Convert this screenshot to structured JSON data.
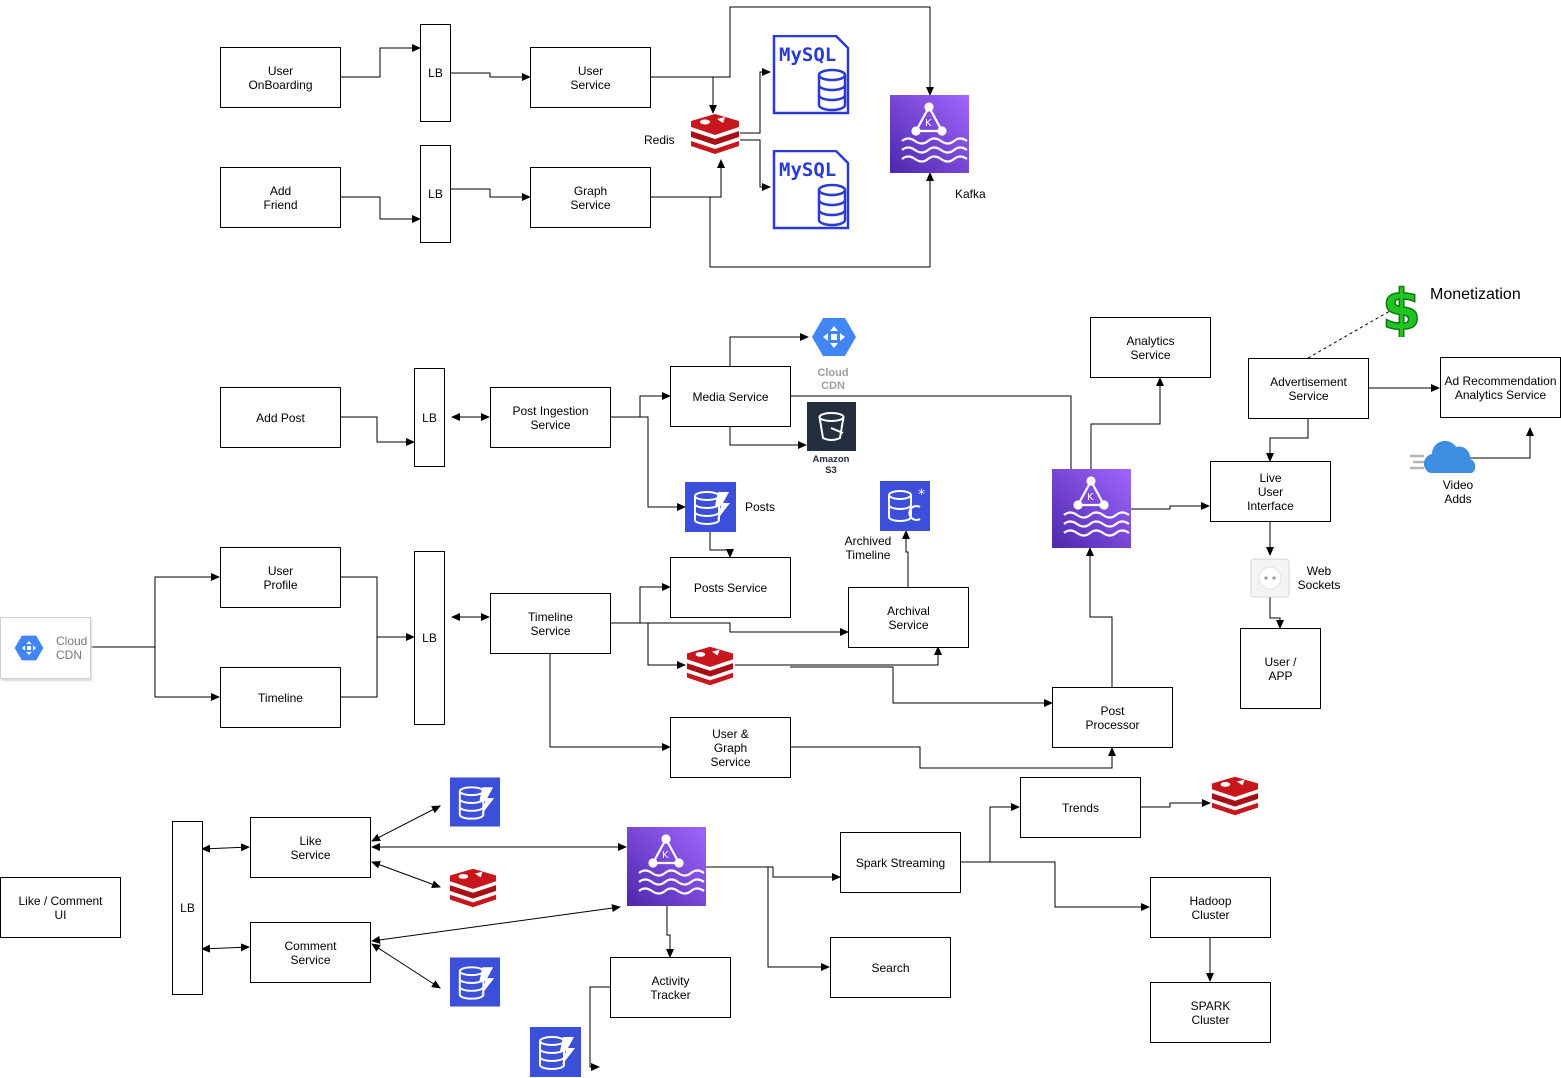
{
  "colors": {
    "kafka_purple": "#6a3fd6",
    "mysql_blue": "#2a3bd4",
    "redis_red": "#c8171c",
    "dynamo_blue": "#3c4fd9",
    "cdn_blue": "#4285f4",
    "s3_dark": "#232f3e",
    "cloud_blue": "#3d8ee0",
    "dollar_green": "#22c422"
  },
  "boxes": {
    "user_onboarding": "User\nOnBoarding",
    "lb": "LB",
    "user_service": "User\nService",
    "add_friend": "Add\nFriend",
    "graph_service": "Graph\nService",
    "add_post": "Add Post",
    "post_ingestion": "Post Ingestion\nService",
    "media_service": "Media Service",
    "analytics_service": "Analytics\nService",
    "advertisement_service": "Advertisement\nService",
    "ad_recommendation": "Ad Recommendation\nAnalytics Service",
    "live_user_interface": "Live\nUser\nInterface",
    "user_profile": "User\nProfile",
    "timeline": "Timeline",
    "timeline_service": "Timeline\nService",
    "posts_service": "Posts Service",
    "archival_service": "Archival\nService",
    "user_app": "User /\nAPP",
    "post_processor": "Post\nProcessor",
    "user_graph_service": "User &\nGraph\nService",
    "like_service": "Like\nService",
    "comment_service": "Comment\nService",
    "like_comment_ui": "Like / Comment\nUI",
    "spark_streaming": "Spark Streaming",
    "trends": "Trends",
    "hadoop_cluster": "Hadoop\nCluster",
    "spark_cluster": "SPARK\nCluster",
    "search": "Search",
    "activity_tracker": "Activity\nTracker"
  },
  "labels": {
    "redis": "Redis",
    "kafka": "Kafka",
    "mysql": "MySQL",
    "cloud_cdn_icon": "Cloud\nCDN",
    "amazon_s3": "Amazon\nS3",
    "posts": "Posts",
    "archived_timeline": "Archived\nTimeline",
    "monetization": "Monetization",
    "video_adds": "Video\nAdds",
    "web_sockets": "Web\nSockets",
    "cloud_cdn_box": "Cloud\nCDN"
  }
}
